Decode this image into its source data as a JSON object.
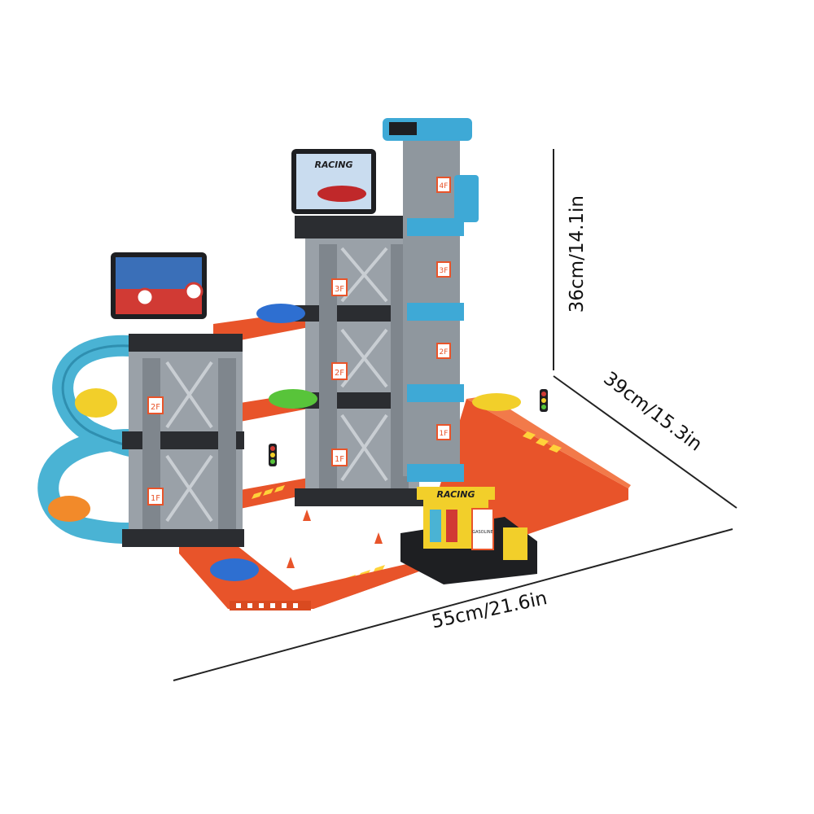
{
  "dimensions": {
    "height": "36cm/14.1in",
    "depth": "39cm/15.3in",
    "width": "55cm/21.6in"
  },
  "signs": {
    "billboard_brand": "RACING",
    "gas_station_brand": "RACING",
    "gas_station_sign": "GASOLINE"
  },
  "floor_labels": {
    "left_1": "1F",
    "left_2": "2F",
    "tower_1": "1F",
    "tower_2": "2F",
    "tower_3": "3F",
    "lift_1": "1F",
    "lift_2": "2F",
    "lift_3": "3F",
    "lift_4": "4F"
  },
  "colors": {
    "track_orange": "#e8542a",
    "ramp_blue": "#4ab3d4",
    "tower_gray": "#9aa1a8",
    "tower_dark": "#2b2d31",
    "lift_blue": "#3ea9d6",
    "station_yellow": "#f2cf2a"
  }
}
